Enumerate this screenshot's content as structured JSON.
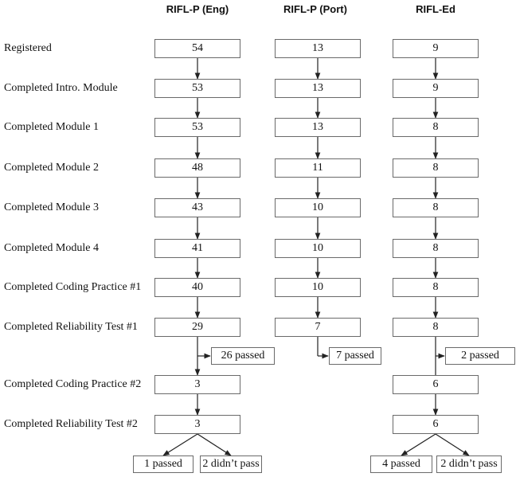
{
  "columns": [
    {
      "header": "RIFL-P (Eng)"
    },
    {
      "header": "RIFL-P (Port)"
    },
    {
      "header": "RIFL-Ed"
    }
  ],
  "rows": [
    {
      "label": "Registered",
      "values": [
        "54",
        "13",
        "9"
      ]
    },
    {
      "label": "Completed Intro. Module",
      "values": [
        "53",
        "13",
        "9"
      ]
    },
    {
      "label": "Completed Module 1",
      "values": [
        "53",
        "13",
        "8"
      ]
    },
    {
      "label": "Completed Module 2",
      "values": [
        "48",
        "11",
        "8"
      ]
    },
    {
      "label": "Completed Module 3",
      "values": [
        "43",
        "10",
        "8"
      ]
    },
    {
      "label": "Completed Module 4",
      "values": [
        "41",
        "10",
        "8"
      ]
    },
    {
      "label": "Completed Coding Practice #1",
      "values": [
        "40",
        "10",
        "8"
      ]
    },
    {
      "label": "Completed Reliability Test #1",
      "values": [
        "29",
        "7",
        "8"
      ]
    },
    {
      "label": "Completed Coding Practice #2",
      "values": [
        "3",
        "",
        "6"
      ]
    },
    {
      "label": "Completed Reliability Test #2",
      "values": [
        "3",
        "",
        "6"
      ]
    }
  ],
  "side_outcomes": [
    "26 passed",
    "7 passed",
    "2 passed"
  ],
  "final_outcomes": {
    "eng": [
      "1 passed",
      "2 didn’t pass"
    ],
    "ed": [
      "4 passed",
      "2 didn’t pass"
    ]
  }
}
